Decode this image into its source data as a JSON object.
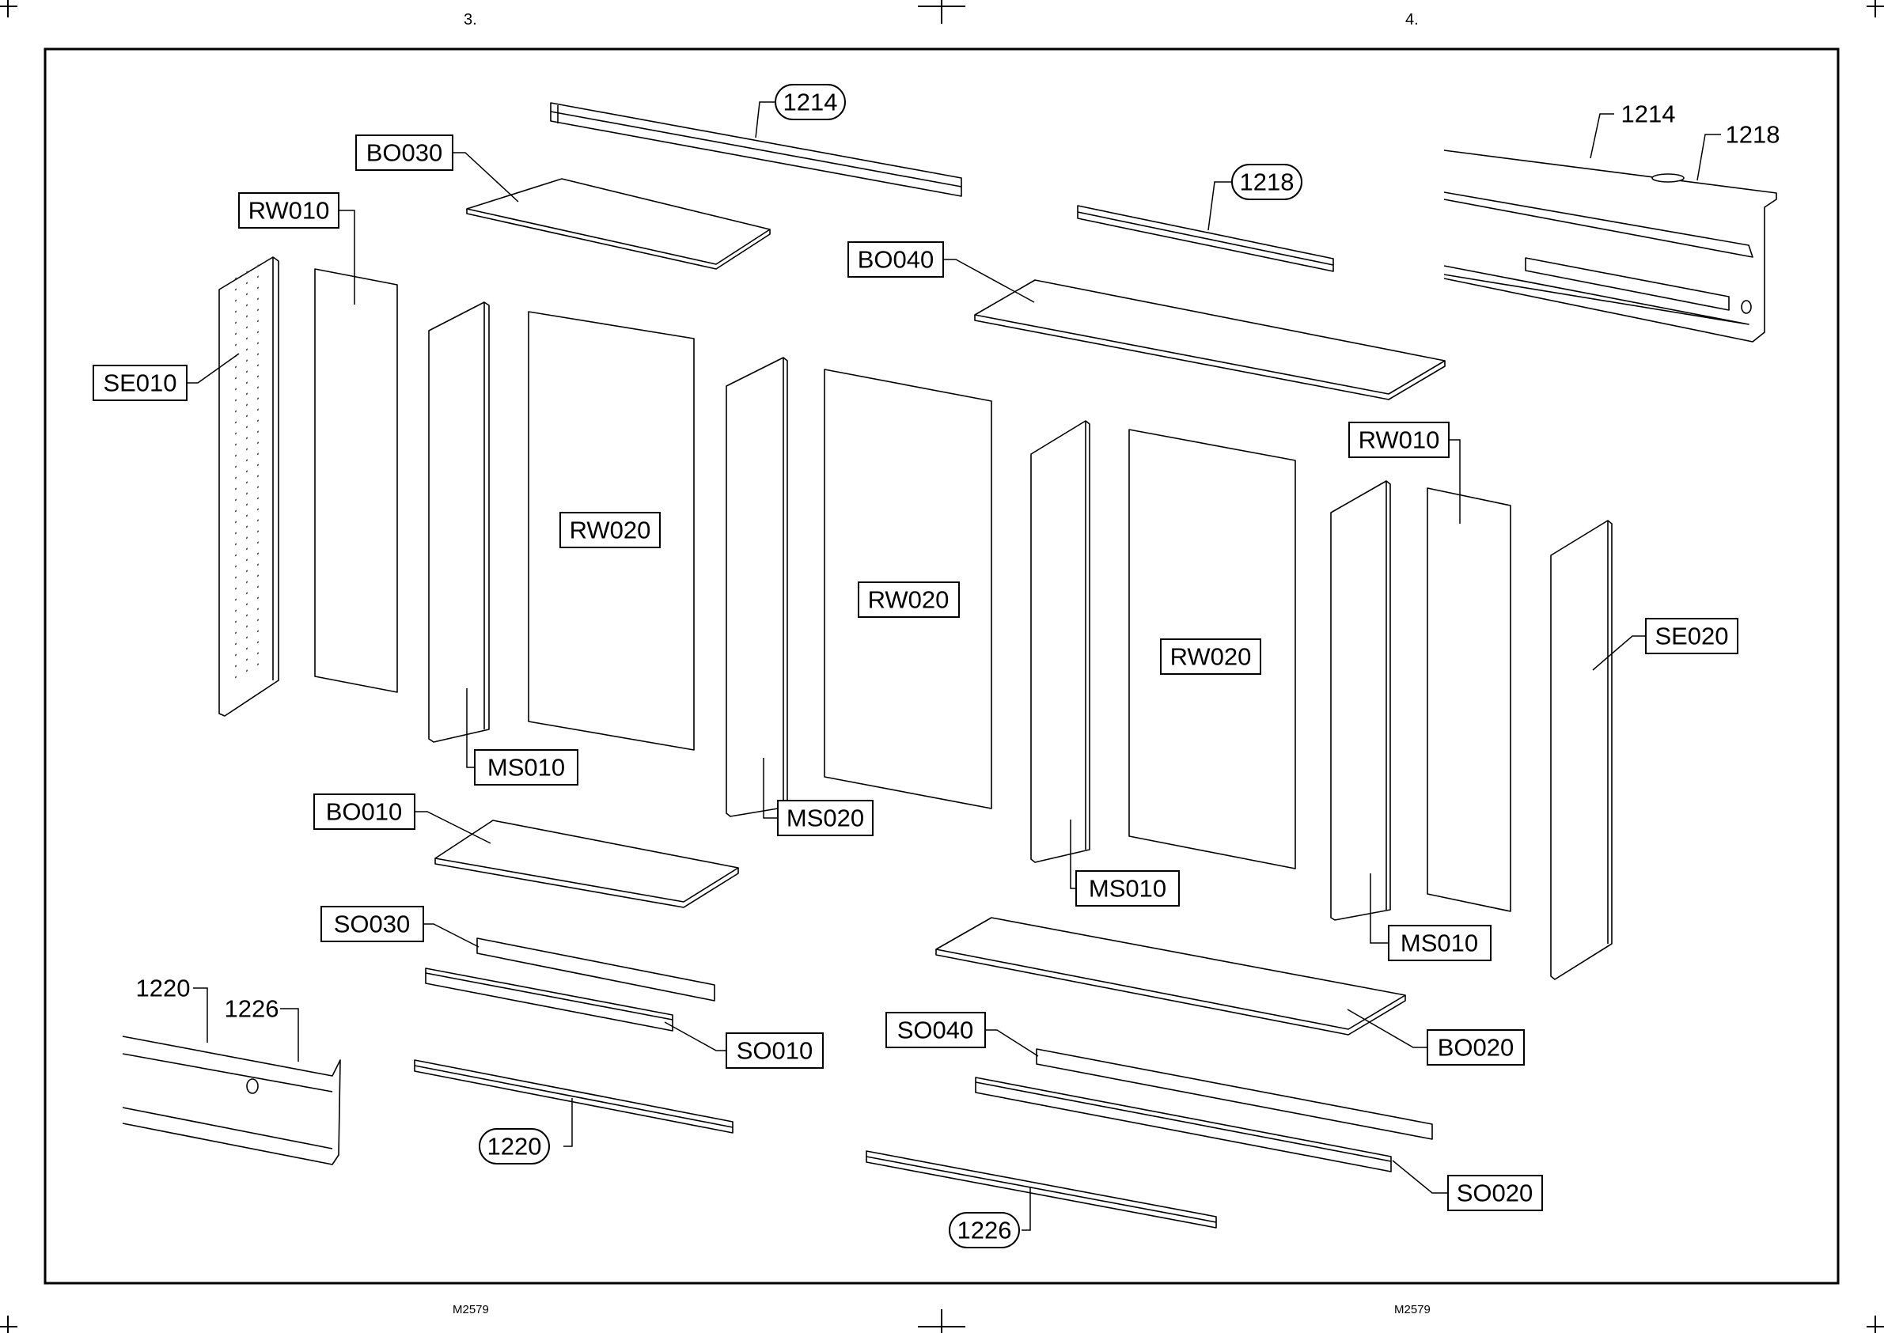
{
  "sheet": {
    "page_left": "3.",
    "page_right": "4.",
    "code_left": "M2579",
    "code_right": "M2579"
  },
  "labels": {
    "bo030": "BO030",
    "rw010_a": "RW010",
    "se010": "SE010",
    "rw020_a": "RW020",
    "ms010_a": "MS010",
    "bo010": "BO010",
    "so030": "SO030",
    "so010": "SO010",
    "bo040": "BO040",
    "rw020_b": "RW020",
    "ms020": "MS020",
    "rw020_c": "RW020",
    "ms010_b": "MS010",
    "rw010_b": "RW010",
    "ms010_c": "MS010",
    "se020": "SE020",
    "bo020": "BO020",
    "so040": "SO040",
    "so020": "SO020",
    "r1214": "1214",
    "r1218": "1218",
    "r1220": "1220",
    "r1226": "1226",
    "d1214": "1214",
    "d1218": "1218",
    "d1220": "1220",
    "d1226": "1226"
  }
}
